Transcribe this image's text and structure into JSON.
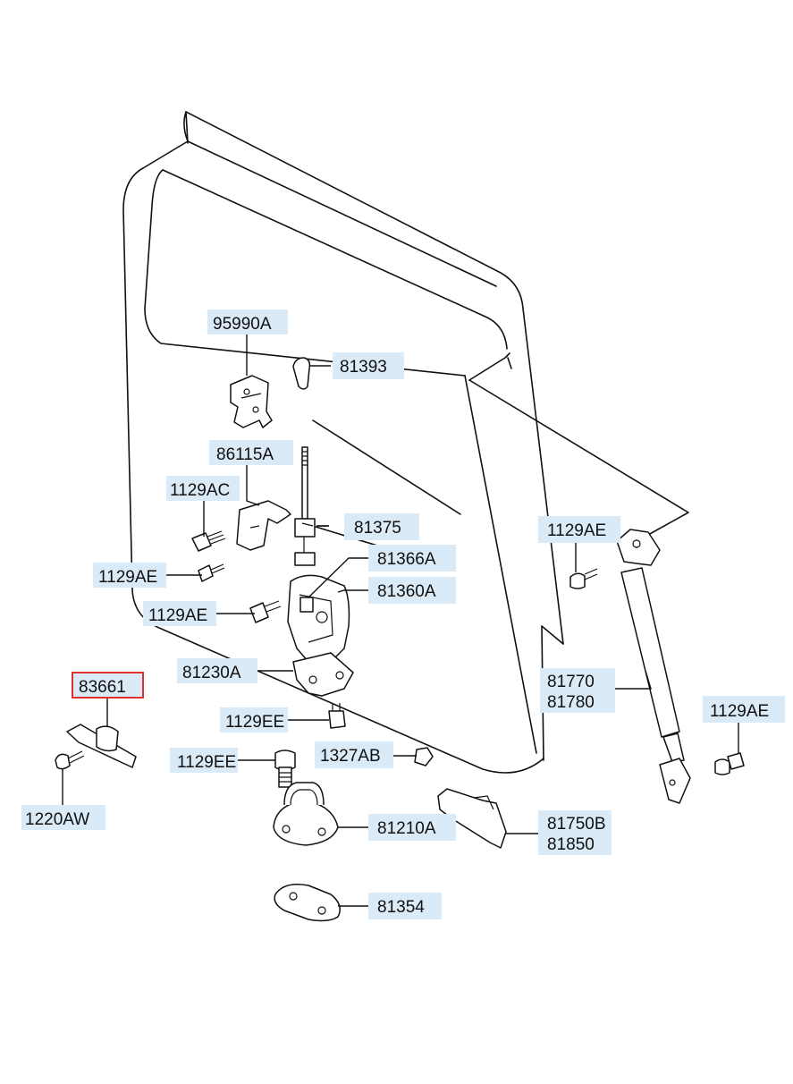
{
  "labels": {
    "p95990A": "95990A",
    "p81393": "81393",
    "p86115A": "86115A",
    "p1129AC": "1129AC",
    "p81375": "81375",
    "p1129AE_right": "1129AE",
    "p81366A": "81366A",
    "p1129AE_left1": "1129AE",
    "p81360A": "81360A",
    "p1129AE_left2": "1129AE",
    "p81230A": "81230A",
    "p83661": "83661",
    "p81770": "81770",
    "p81780": "81780",
    "p1129AE_far": "1129AE",
    "p1129EE_1": "1129EE",
    "p1327AB": "1327AB",
    "p1129EE_2": "1129EE",
    "p1220AW": "1220AW",
    "p81210A": "81210A",
    "p81750B": "81750B",
    "p81850": "81850",
    "p81354": "81354"
  },
  "highlight": {
    "part": "83661",
    "color": "#e03030"
  },
  "colors": {
    "label_background": "#dbeaf7",
    "line": "#111111"
  }
}
